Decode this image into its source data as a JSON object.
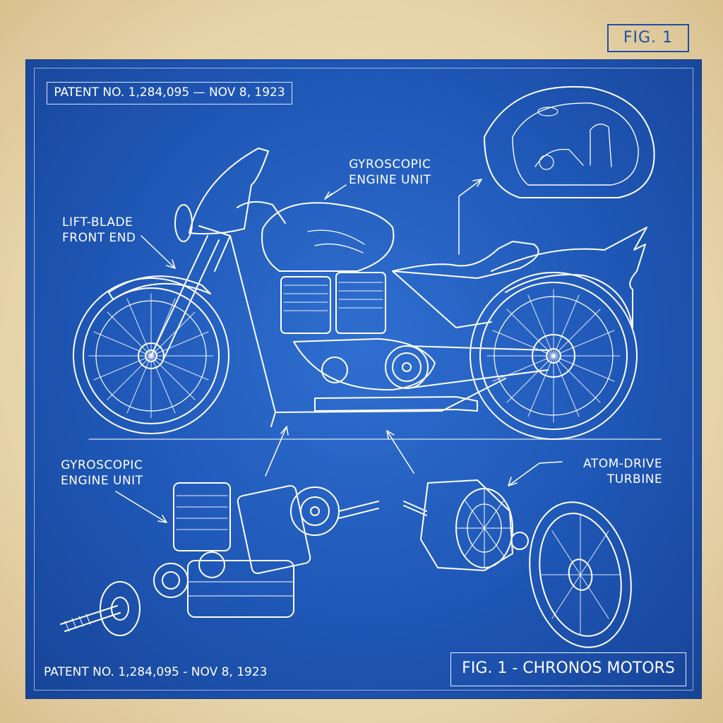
{
  "fig_tag": "FIG. 1",
  "patent_top": "PATENT NO. 1,284,095 — NOV 8, 1923",
  "patent_bottom": "PATENT NO. 1,284,095 - NOV 8, 1923",
  "title": "FIG. 1 - CHRONOS MOTORS",
  "labels": {
    "gyro_top_line1": "GYROSCOPIC",
    "gyro_top_line2": "ENGINE UNIT",
    "lift_line1": "LIFT-BLADE",
    "lift_line2": "FRONT END",
    "gyro_bottom_line1": "GYROSCOPIC",
    "gyro_bottom_line2": "ENGINE UNIT",
    "atom_line1": "ATOM-DRIVE",
    "atom_line2": "TURBINE"
  },
  "colors": {
    "paper": "#eadbb6",
    "blueprint": "#1f57b6",
    "ink": "#ffffff",
    "tag_ink": "#1d4fa8"
  }
}
